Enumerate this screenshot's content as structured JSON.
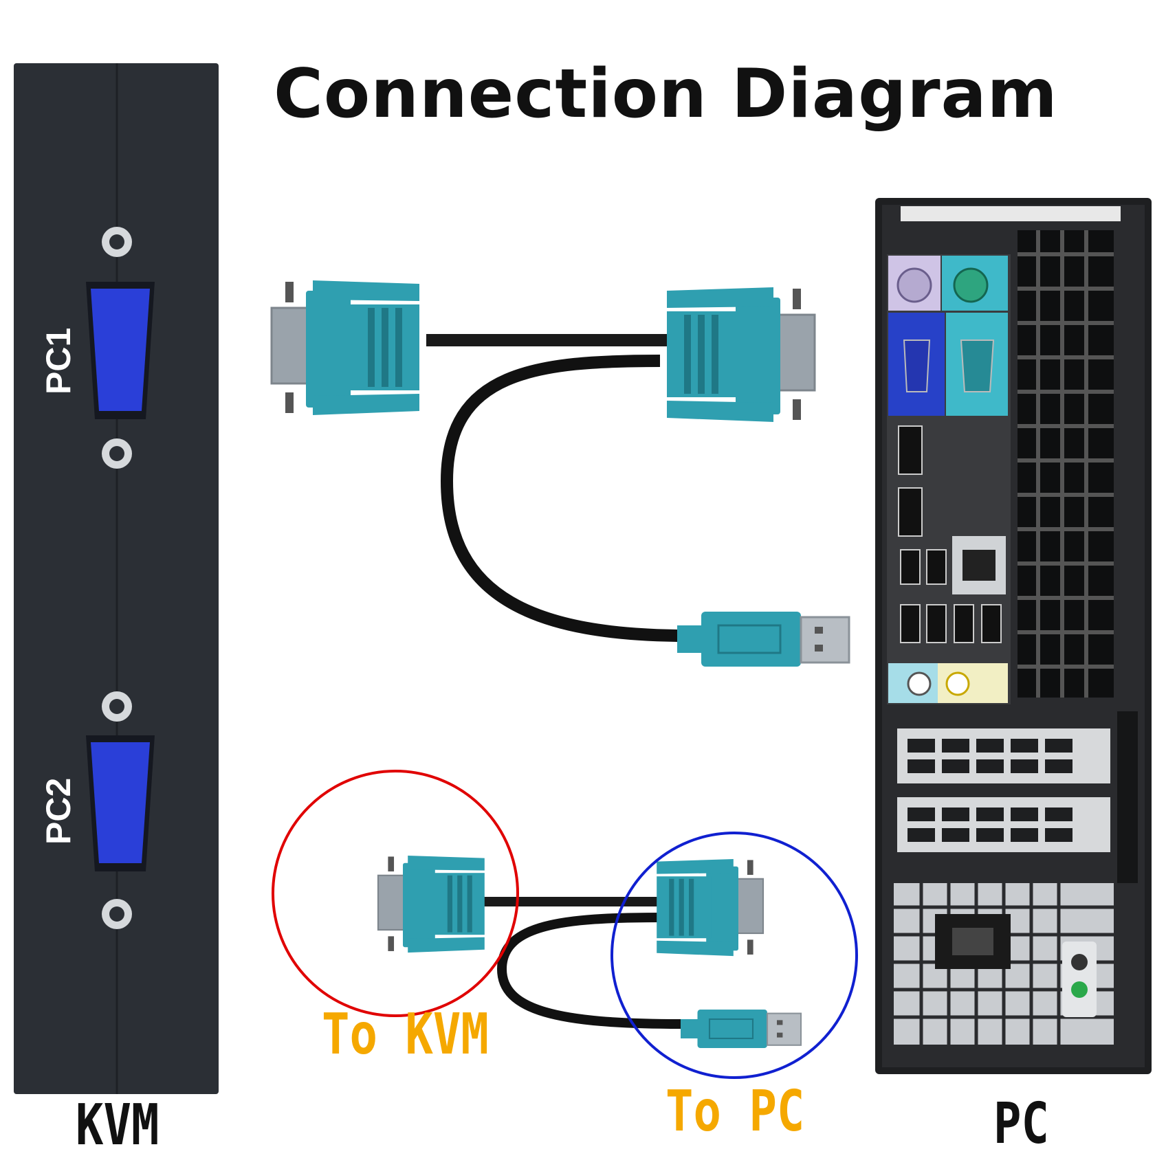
{
  "title": "Connection Diagram",
  "devices": {
    "kvm": {
      "label": "KVM",
      "ports": [
        "PC1",
        "PC2"
      ]
    },
    "pc": {
      "label": "PC"
    }
  },
  "cable_ends": {
    "kvm_end": "To KVM",
    "pc_end": "To PC"
  },
  "colors": {
    "connector": "#2f9fb0",
    "kvm_body": "#2b2f35",
    "vga_port": "#2a3fd8",
    "kvm_circle": "#e00000",
    "pc_circle": "#1020d0",
    "callout_text": "#f5a800"
  }
}
